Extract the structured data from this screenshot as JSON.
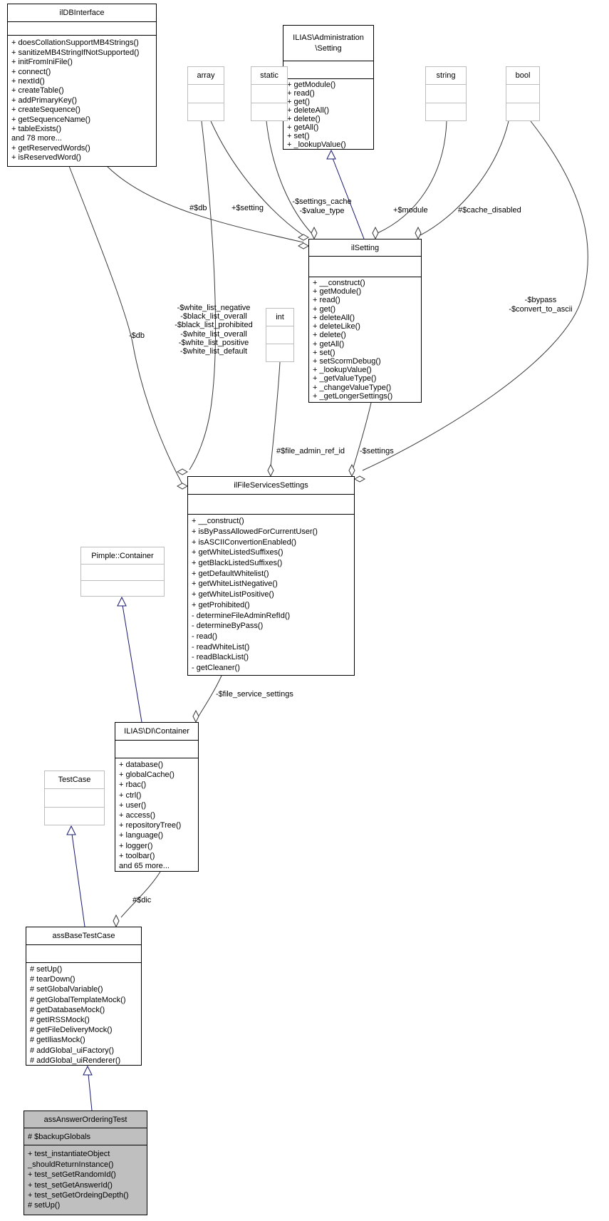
{
  "diagram_title": "assAnswerOrderingTest collaboration diagram",
  "classes": {
    "ildbinterface": {
      "title": "ilDBInterface",
      "attributes": [],
      "methods": [
        "+ doesCollationSupportMB4Strings()",
        "+ sanitizeMB4StringIfNotSupported()",
        "+ initFromIniFile()",
        "+ connect()",
        "+ nextId()",
        "+ createTable()",
        "+ addPrimaryKey()",
        "+ createSequence()",
        "+ getSequenceName()",
        "+ tableExists()",
        "and 78 more...",
        "+ getReservedWords()",
        "+ isReservedWord()"
      ]
    },
    "admin_setting": {
      "title_lines": [
        "ILIAS\\Administration",
        "\\Setting"
      ],
      "attributes": [],
      "methods": [
        "+ getModule()",
        "+ read()",
        "+ get()",
        "+ deleteAll()",
        "+ delete()",
        "+ getAll()",
        "+ set()",
        "+ _lookupValue()"
      ]
    },
    "array": {
      "title": "array"
    },
    "static": {
      "title": "static"
    },
    "string": {
      "title": "string"
    },
    "bool": {
      "title": "bool"
    },
    "int": {
      "title": "int"
    },
    "ilsetting": {
      "title": "ilSetting",
      "attributes": [],
      "methods": [
        "+ __construct()",
        "+ getModule()",
        "+ read()",
        "+ get()",
        "+ deleteAll()",
        "+ deleteLike()",
        "+ delete()",
        "+ getAll()",
        "+ set()",
        "+ setScormDebug()",
        "+ _lookupValue()",
        "+ _getValueType()",
        "+ _changeValueType()",
        "+ _getLongerSettings()"
      ]
    },
    "ilfileservicessettings": {
      "title": "ilFileServicesSettings",
      "attributes": [],
      "methods": [
        "+ __construct()",
        "+ isByPassAllowedForCurrentUser()",
        "+ isASCIIConvertionEnabled()",
        "+ getWhiteListedSuffixes()",
        "+ getBlackListedSuffixes()",
        "+ getDefaultWhitelist()",
        "+ getWhiteListNegative()",
        "+ getWhiteListPositive()",
        "+ getProhibited()",
        "- determineFileAdminRefId()",
        "- determineByPass()",
        "- read()",
        "- readWhiteList()",
        "- readBlackList()",
        "- getCleaner()"
      ]
    },
    "pimple_container": {
      "title": "Pimple::Container"
    },
    "di_container": {
      "title": "ILIAS\\DI\\Container",
      "attributes": [],
      "methods": [
        "+ database()",
        "+ globalCache()",
        "+ rbac()",
        "+ ctrl()",
        "+ user()",
        "+ access()",
        "+ repositoryTree()",
        "+ language()",
        "+ logger()",
        "+ toolbar()",
        "and 65 more..."
      ]
    },
    "testcase": {
      "title": "TestCase"
    },
    "assbasetestcase": {
      "title": "assBaseTestCase",
      "attributes": [],
      "methods": [
        "# setUp()",
        "# tearDown()",
        "# setGlobalVariable()",
        "# getGlobalTemplateMock()",
        "# getDatabaseMock()",
        "# getIRSSMock()",
        "# getFileDeliveryMock()",
        "# getIliasMock()",
        "# addGlobal_uiFactory()",
        "# addGlobal_uiRenderer()"
      ]
    },
    "assansweorderingtest": {
      "title": "assAnswerOrderingTest",
      "attributes": [
        "# $backupGlobals"
      ],
      "methods": [
        "+ test_instantiateObject",
        "_shouldReturnInstance()",
        "+ test_setGetRandomId()",
        "+ test_setGetAnswerId()",
        "+ test_setGetOrdeingDepth()",
        "# setUp()"
      ]
    }
  },
  "edge_labels": {
    "db_to_ilsetting": "#$db",
    "setting_attr": "+$setting",
    "settings_cache_lines": [
      "-$settings_cache",
      "-$value_type"
    ],
    "module": "+$module",
    "cache_disabled": "#$cache_disabled",
    "db_to_fss": "-$db",
    "whitelist_lines": [
      "-$white_list_negative",
      "-$black_list_overall",
      "-$black_list_prohibited",
      "-$white_list_overall",
      "-$white_list_positive",
      "-$white_list_default"
    ],
    "file_admin_ref_id": "#$file_admin_ref_id",
    "settings": "-$settings",
    "bypass_lines": [
      "-$bypass",
      "-$convert_to_ascii"
    ],
    "file_service_settings": "-$file_service_settings",
    "dic": "#$dic"
  },
  "colors": {
    "edge_aggregation": "#3a3a3a",
    "edge_inheritance": "#191970",
    "current_node_fill": "#bfbfbf",
    "external_node_border": "#bdbdbd"
  }
}
